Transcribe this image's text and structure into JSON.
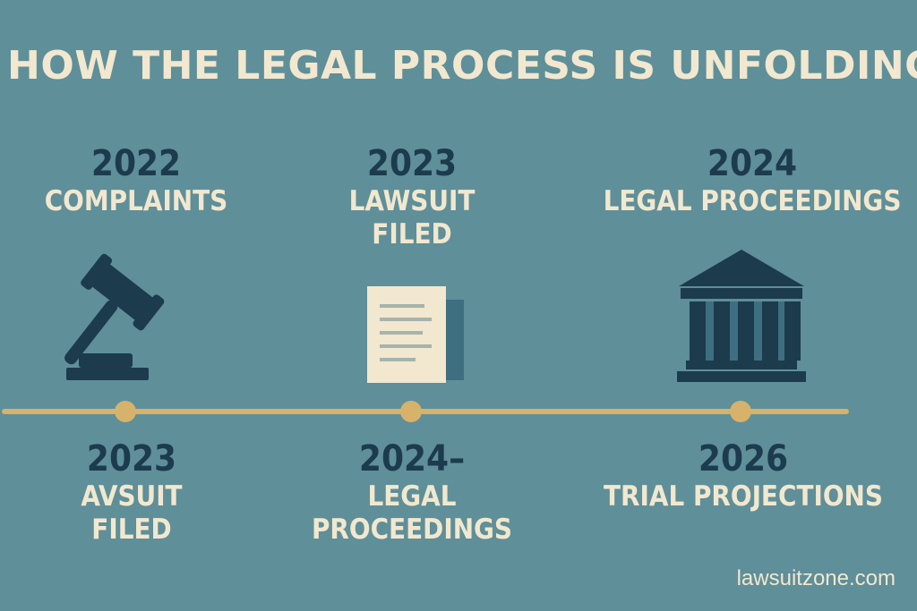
{
  "title": "HOW THE LEGAL PROCESS IS UNFOLDING",
  "top_milestones": [
    {
      "year": "2022",
      "label": "COMPLAINTS",
      "icon": "gavel-icon"
    },
    {
      "year": "2023",
      "label": "LAWSUIT\nFILED",
      "icon": "document-icon"
    },
    {
      "year": "2024",
      "label": "LEGAL PROCEEDINGS",
      "icon": "courthouse-icon"
    }
  ],
  "bottom_milestones": [
    {
      "year": "2023",
      "label": "AVSUIT\nFILED"
    },
    {
      "year": "2024–",
      "label": "LEGAL\nPROCEEDINGS"
    },
    {
      "year": "2026",
      "label": "TRIAL PROJECTIONS"
    }
  ],
  "footer": "lawsuitzone.com",
  "colors": {
    "background": "#5f8f99",
    "title_text": "#f1e8cf",
    "year_text": "#1c3b4c",
    "timeline": "#d6b26a",
    "icon_dark": "#1c3b4c"
  }
}
